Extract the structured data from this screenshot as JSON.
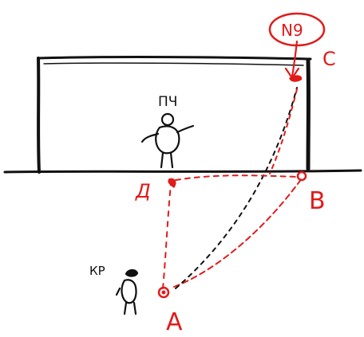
{
  "labels": {
    "goalkeeper": "ПЧ",
    "attacker": "КР",
    "point_a": "A",
    "point_b": "B",
    "point_c": "C",
    "point_d": "Д",
    "badge": "N9"
  },
  "colors": {
    "sketch": "#111111",
    "annotation": "#e01b1b",
    "background": "#ffffff"
  }
}
